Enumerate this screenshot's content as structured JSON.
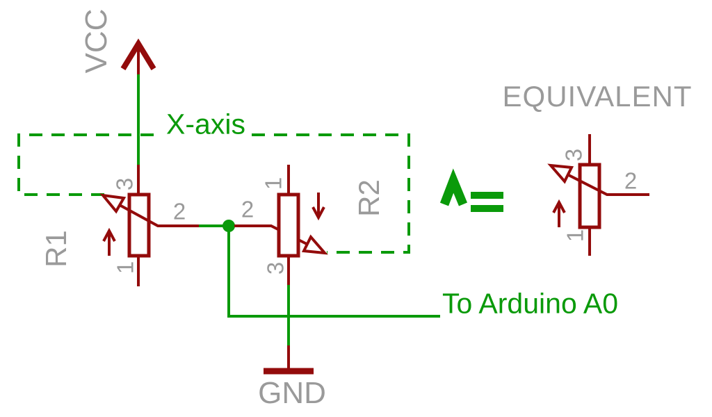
{
  "colors": {
    "wire": "#0a9a0a",
    "component": "#930b0b",
    "label": "#9a9a9a",
    "background": "#ffffff"
  },
  "labels": {
    "vcc": "VCC",
    "gnd": "GND",
    "x_axis": "X-axis",
    "to_arduino": "To Arduino A0",
    "equivalent": "EQUIVALENT",
    "equivalence_symbol": "^="
  },
  "components": {
    "r1": {
      "name": "R1",
      "pin_top": "3",
      "pin_bottom": "1",
      "pin_wiper": "2"
    },
    "r2": {
      "name": "R2",
      "pin_top": "1",
      "pin_bottom": "3",
      "pin_wiper": "2"
    },
    "equivalent_pot": {
      "pin_top": "3",
      "pin_bottom": "1",
      "pin_wiper": "2"
    }
  }
}
